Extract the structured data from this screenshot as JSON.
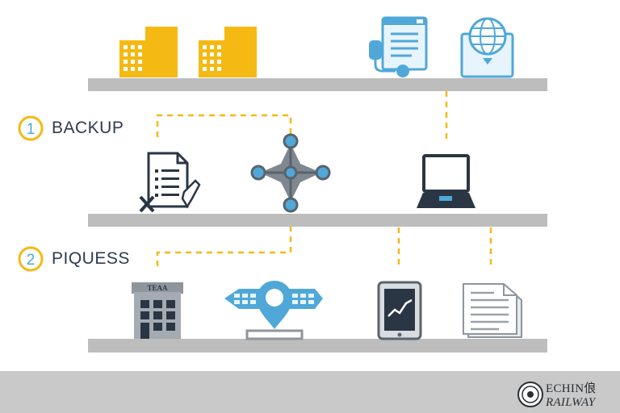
{
  "steps": [
    {
      "number": "1",
      "label": "BACKUP"
    },
    {
      "number": "2",
      "label": "PIQUESS"
    }
  ],
  "building_sign": "TEAA",
  "brand": {
    "line1": "ECHIN俍",
    "line2": "RAILWAY"
  },
  "colors": {
    "shelf": "#bdbdbd",
    "accent_yellow": "#f5b914",
    "accent_blue": "#4fa8d8",
    "dark": "#2a3644",
    "footer": "#c9c9c9"
  }
}
